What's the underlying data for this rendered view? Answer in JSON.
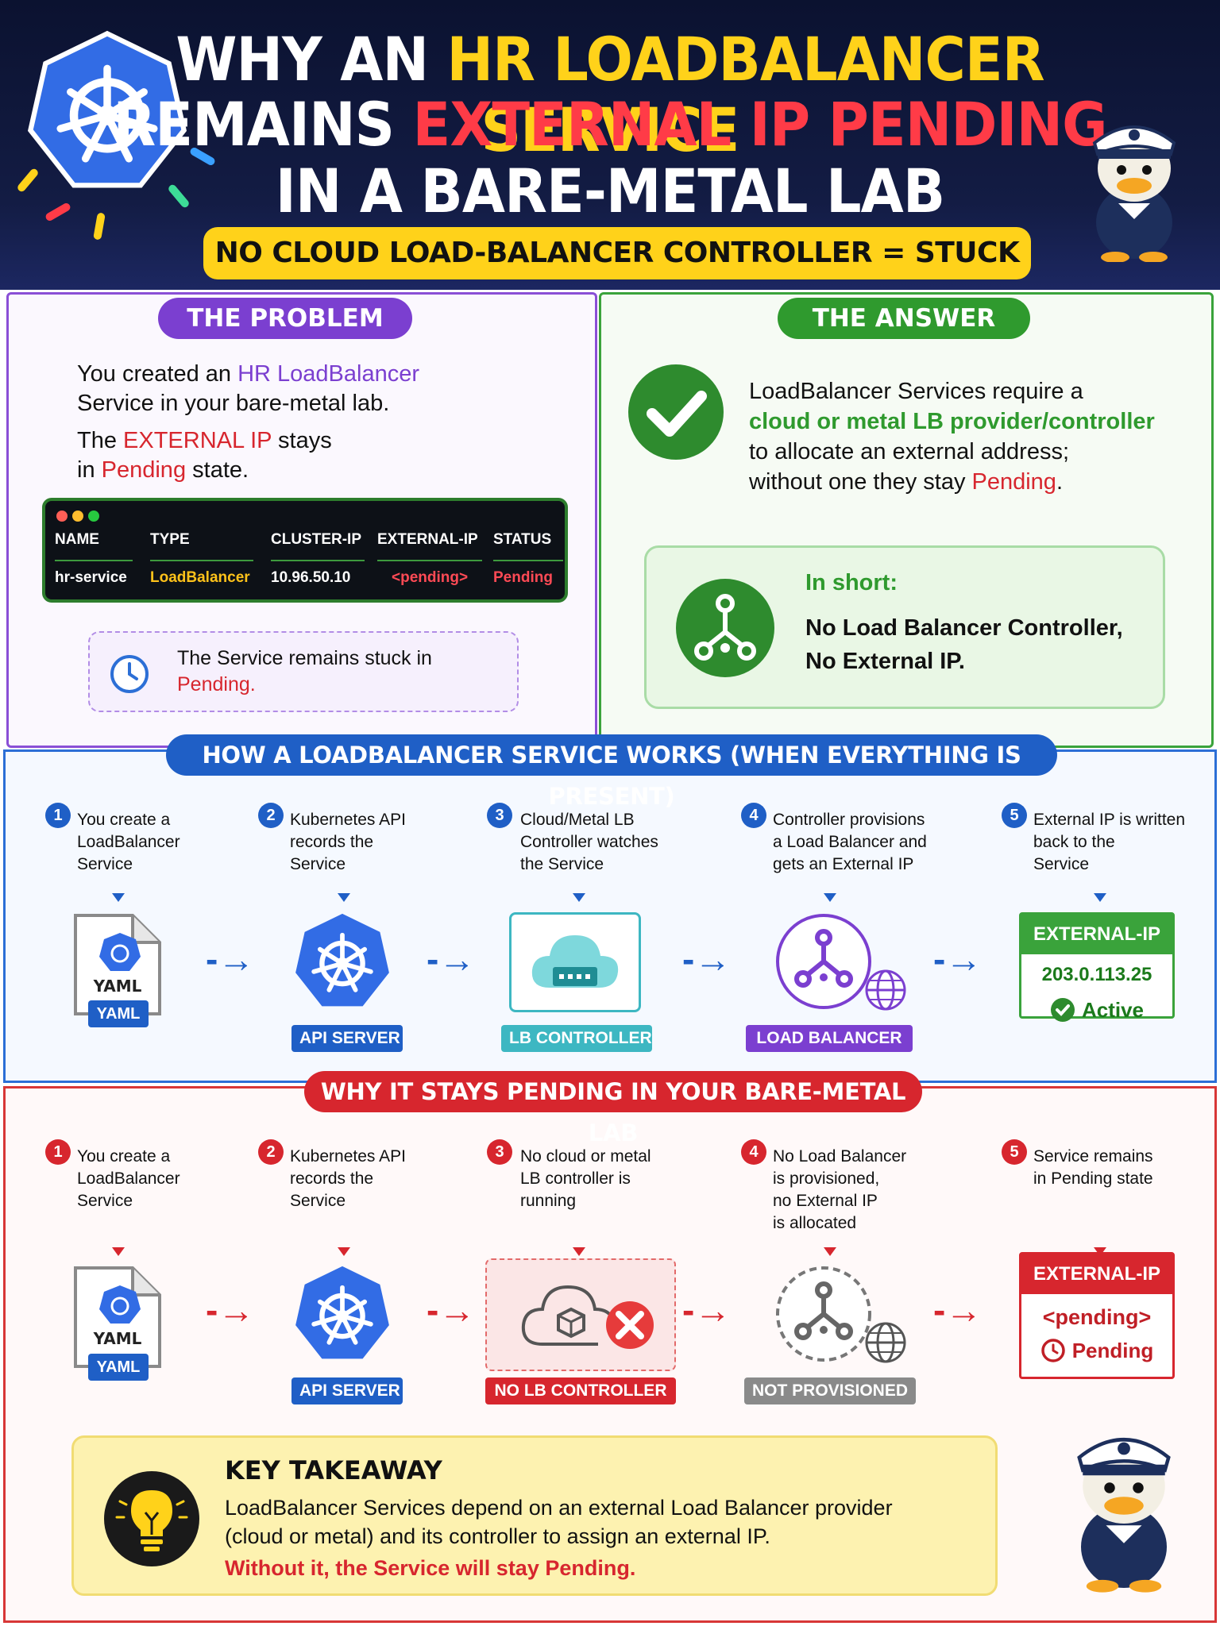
{
  "header": {
    "title_line1_a": "WHY AN ",
    "title_line1_b": "HR LOADBALANCER SERVICE",
    "title_line2_a": "REMAINS ",
    "title_line2_b": "EXTERNAL IP PENDING",
    "title_line3": "IN A BARE-METAL LAB",
    "subtitle": "NO CLOUD LOAD-BALANCER CONTROLLER = STUCK PENDING"
  },
  "problem": {
    "pill": "THE PROBLEM",
    "line1_a": "You created an ",
    "line1_b": "HR LoadBalancer",
    "line2": "Service in your bare-metal lab.",
    "line3_a": "The ",
    "line3_b": "EXTERNAL IP",
    "line3_c": " stays",
    "line4_a": "in ",
    "line4_b": "Pending",
    "line4_c": " state.",
    "terminal": {
      "headers": [
        "NAME",
        "TYPE",
        "CLUSTER-IP",
        "EXTERNAL-IP",
        "STATUS"
      ],
      "row": [
        "hr-service",
        "LoadBalancer",
        "10.96.50.10",
        "<pending>",
        "Pending"
      ]
    },
    "note_a": "The Service remains stuck in",
    "note_b": "Pending."
  },
  "answer": {
    "pill": "THE ANSWER",
    "line1": "LoadBalancer Services require a",
    "line2": "cloud or metal LB provider/controller",
    "line3": "to allocate an external address;",
    "line4_a": "without one they stay ",
    "line4_b": "Pending",
    "line4_c": ".",
    "short_title": "In short:",
    "short_line1": "No Load Balancer Controller,",
    "short_line2": "No External IP."
  },
  "works": {
    "title": "HOW A LOADBALANCER SERVICE WORKS (WHEN EVERYTHING IS PRESENT)",
    "steps": [
      {
        "num": "1",
        "text": "You create a\nLoadBalancer\nService"
      },
      {
        "num": "2",
        "text": "Kubernetes API\nrecords the\nService"
      },
      {
        "num": "3",
        "text": "Cloud/Metal LB\nController watches\nthe Service"
      },
      {
        "num": "4",
        "text": "Controller provisions\na Load Balancer and\ngets an External IP"
      },
      {
        "num": "5",
        "text": "External IP is written\nback to the\nService"
      }
    ],
    "tags": [
      "YAML",
      "API SERVER",
      "LB CONTROLLER",
      "LOAD BALANCER"
    ],
    "yaml_icon_text": "YAML",
    "ip_head": "EXTERNAL-IP",
    "ip_value": "203.0.113.25",
    "ip_status": "Active"
  },
  "pending": {
    "title": "WHY IT STAYS PENDING IN YOUR BARE-METAL LAB",
    "steps": [
      {
        "num": "1",
        "text": "You create a\nLoadBalancer\nService"
      },
      {
        "num": "2",
        "text": "Kubernetes API\nrecords the\nService"
      },
      {
        "num": "3",
        "text": "No cloud or metal\nLB controller is\nrunning"
      },
      {
        "num": "4",
        "text": "No Load Balancer\nis provisioned,\nno External IP\nis allocated"
      },
      {
        "num": "5",
        "text": "Service remains\nin Pending state"
      }
    ],
    "tags": [
      "YAML",
      "API SERVER",
      "NO LB CONTROLLER",
      "NOT PROVISIONED"
    ],
    "yaml_icon_text": "YAML",
    "ip_head": "EXTERNAL-IP",
    "ip_value": "<pending>",
    "ip_status": "Pending"
  },
  "takeaway": {
    "title": "KEY TAKEAWAY",
    "line1": "LoadBalancer Services depend on an external Load Balancer provider",
    "line2": "(cloud or metal) and its controller to assign an external IP.",
    "line3": "Without it, the Service will stay Pending."
  },
  "colors": {
    "navy": "#0b1230",
    "yellow": "#ffd21a",
    "red": "#d7262e",
    "purple": "#7b3fd0",
    "green": "#2f9a2e",
    "blue": "#1f5fc6",
    "k8s_blue": "#326ce5"
  },
  "icons": [
    "kubernetes-logo-icon",
    "sailor-duck-mascot",
    "checkmark-circle-icon",
    "clock-icon",
    "network-hub-icon",
    "yaml-file-icon",
    "cloud-controller-icon",
    "load-balancer-icon",
    "globe-icon",
    "error-x-icon",
    "lightbulb-icon"
  ]
}
